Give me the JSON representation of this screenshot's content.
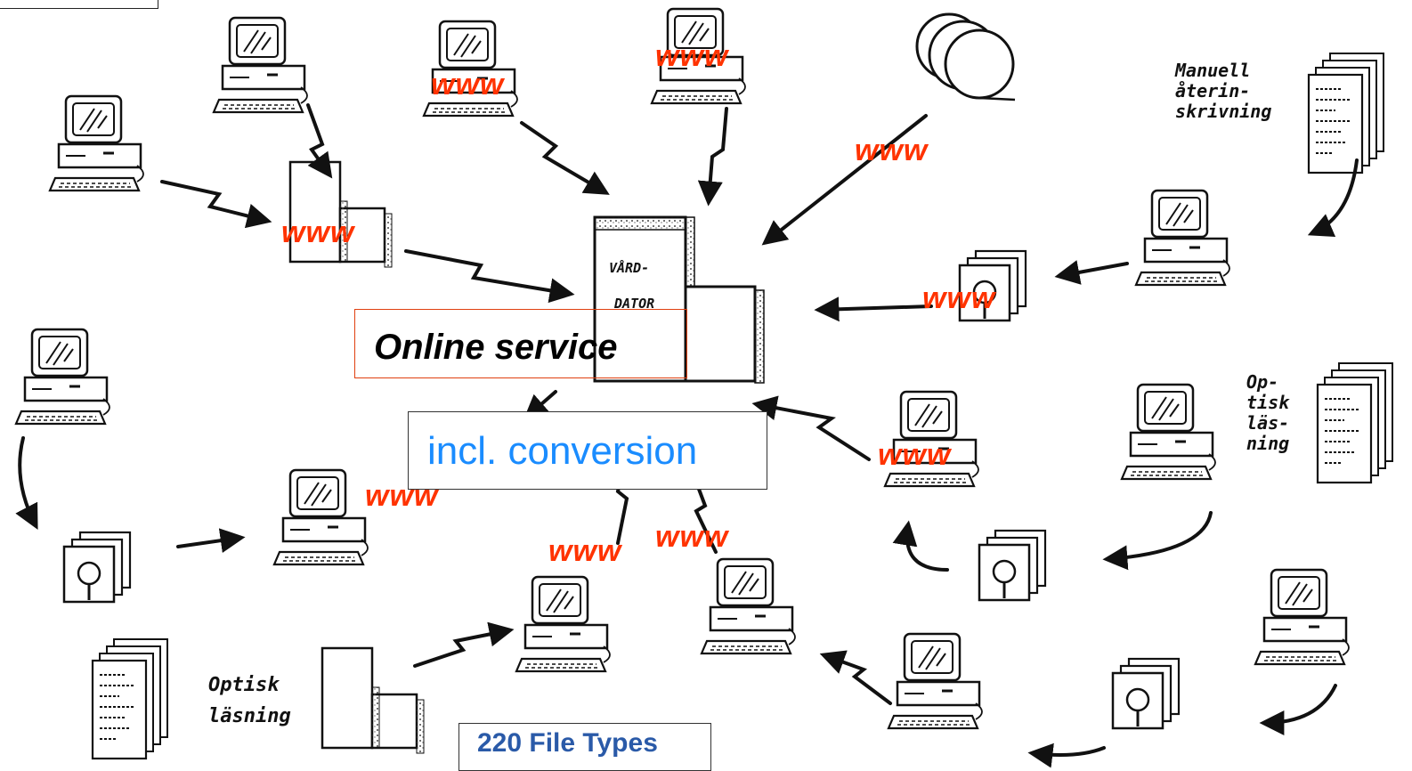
{
  "labels": {
    "center_title": "Online service",
    "conversion": "incl. conversion",
    "file_types": "220 File Types",
    "server_line1": "VÅRD-",
    "server_line2": "DATOR",
    "www": "www",
    "manual": [
      "Manuell",
      "återin-",
      "skrivning"
    ],
    "optical_right": [
      "Op-",
      "tisk",
      "läs-",
      "ning"
    ],
    "optical_left": [
      "Optisk",
      "läsning"
    ]
  },
  "colors": {
    "www": "#ff3300",
    "conversion_text": "#1a8cff",
    "file_types_text": "#2a5aa8",
    "online_box_border": "#e04010"
  }
}
